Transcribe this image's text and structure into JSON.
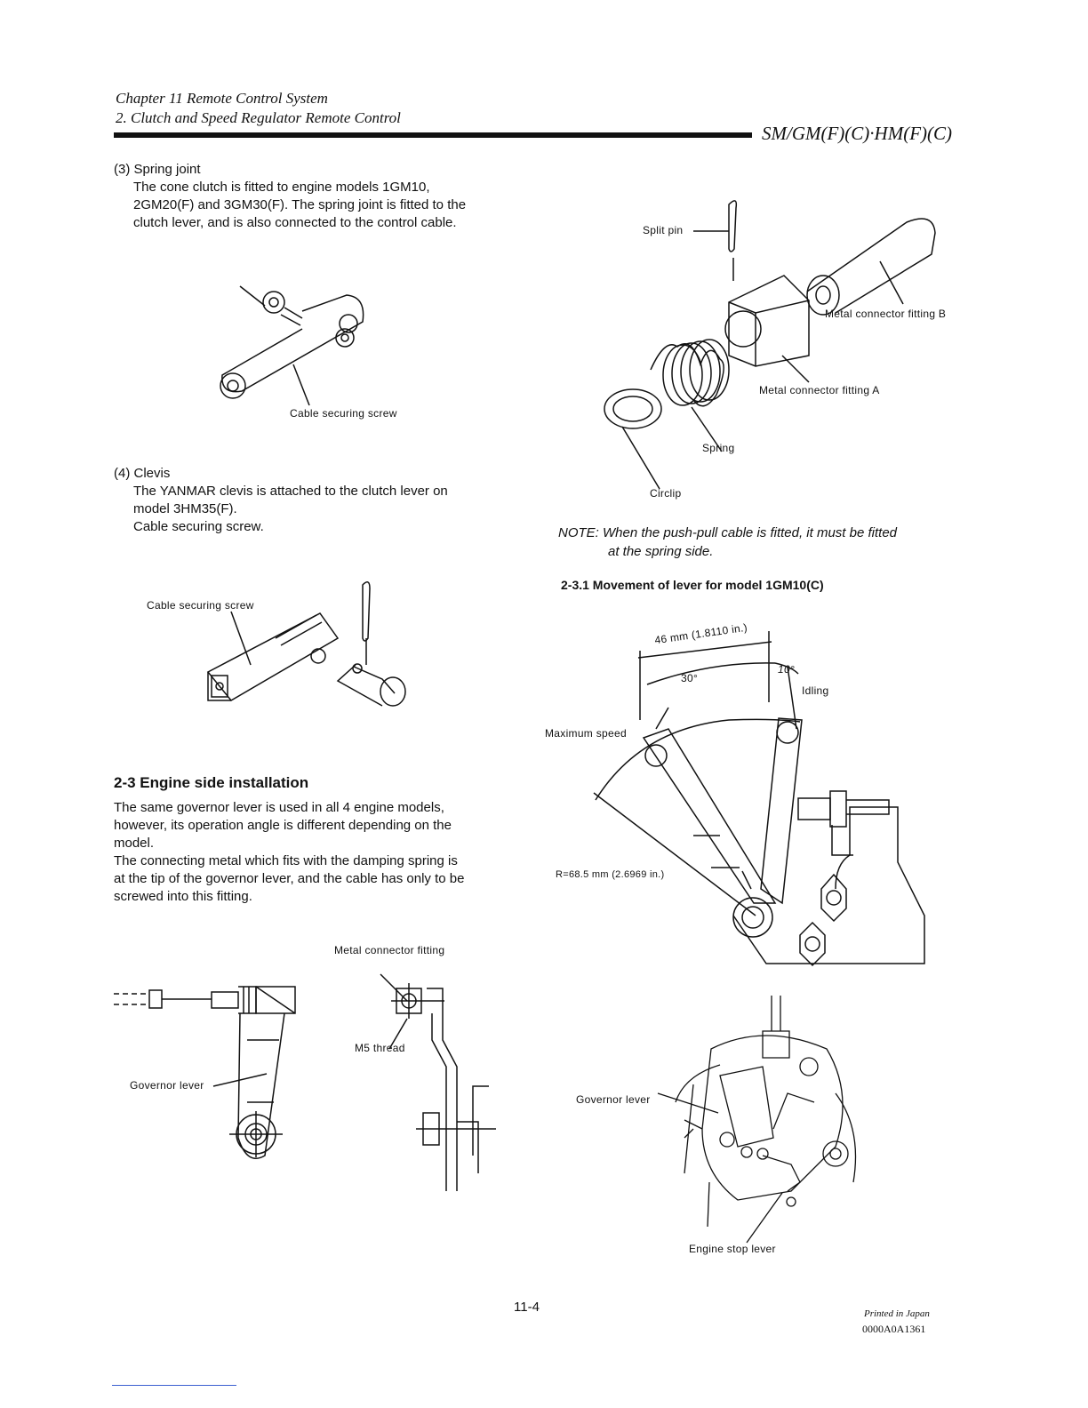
{
  "header": {
    "chapter": "Chapter 11 Remote Control System",
    "section": "2. Clutch and Speed Regulator Remote Control",
    "models": "SM/GM(F)(C)·HM(F)(C)"
  },
  "spring_joint": {
    "heading": "(3) Spring joint",
    "lines": [
      "The cone clutch is fitted to engine models 1GM10,",
      "2GM20(F) and 3GM30(F). The spring joint is fitted to the",
      "clutch lever, and is also connected to the control cable."
    ],
    "fig_label": "Cable securing screw"
  },
  "clevis": {
    "heading": "(4) Clevis",
    "lines": [
      "The YANMAR clevis is attached to the clutch lever on",
      "model 3HM35(F).",
      "Cable securing screw."
    ],
    "fig_label": "Cable securing screw"
  },
  "exploded": {
    "split_pin": "Split pin",
    "fitting_b": "Metal connector fitting B",
    "fitting_a": "Metal connector fitting A",
    "spring": "Spring",
    "circlip": "Circlip"
  },
  "note": {
    "line1": "NOTE: When the push-pull cable is fitted, it must be fitted",
    "line2": "at the spring side."
  },
  "engine_side": {
    "heading": "2-3 Engine side installation",
    "lines": [
      "The same governor lever is used in all 4 engine models,",
      "however, its operation angle is different depending on the",
      "model.",
      "The connecting metal which fits with the damping spring is",
      "at the tip of the governor lever, and the cable has only to be",
      "screwed into this fitting."
    ]
  },
  "lever_fig": {
    "metal_connector": "Metal connector fitting",
    "m5_thread": "M5 thread",
    "governor_lever": "Governor lever"
  },
  "movement": {
    "heading": "2-3.1 Movement of lever for model 1GM10(C)",
    "dim_46": "46 mm (1.8110 in.)",
    "angle_30": "30°",
    "angle_10": "10°",
    "idling": "Idling",
    "max_speed": "Maximum speed",
    "radius": "R=68.5 mm (2.6969 in.)"
  },
  "photo_fig": {
    "governor_lever": "Governor lever",
    "stop_lever": "Engine stop lever"
  },
  "footer": {
    "page": "11-4",
    "printed": "Printed in Japan",
    "code": "0000A0A1361"
  }
}
